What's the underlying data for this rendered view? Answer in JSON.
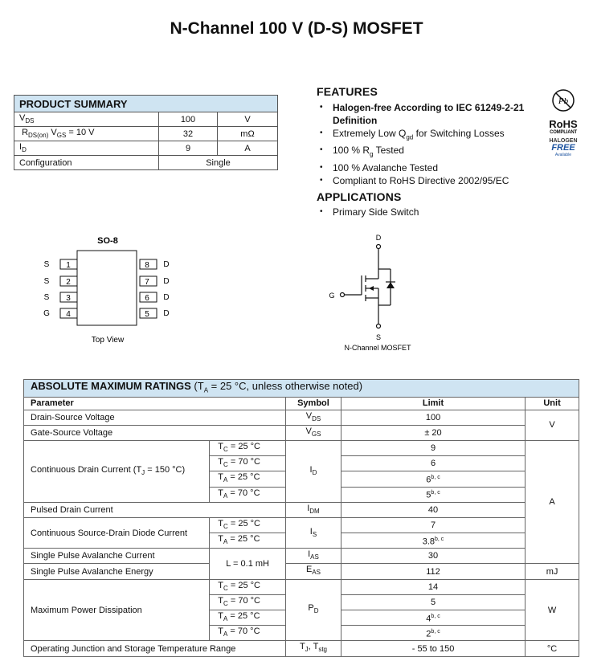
{
  "title": "N-Channel 100 V (D-S) MOSFET",
  "product_summary": {
    "header": "PRODUCT SUMMARY",
    "vds": {
      "label": "V",
      "sub": "DS",
      "value": "100",
      "unit": "V"
    },
    "rds": {
      "label": "R",
      "sub": "DS(on)",
      "cond": "V",
      "cond_sub": "GS",
      "cond_rest": " = 10 V",
      "value": "32",
      "unit": "mΩ"
    },
    "id": {
      "label": "I",
      "sub": "D",
      "value": "9",
      "unit": "A"
    },
    "config": {
      "label": "Configuration",
      "value": "Single"
    }
  },
  "features": {
    "title": "FEATURES",
    "items": [
      "Halogen-free According to IEC 61249-2-21 Definition",
      "Extremely Low Q",
      "100 % R",
      "100 % Avalanche Tested",
      "Compliant to RoHS Directive 2002/95/EC"
    ],
    "qgd_sub": "gd",
    "qgd_rest": " for Switching Losses",
    "rg_sub": "g",
    "rg_rest": " Tested"
  },
  "applications": {
    "title": "APPLICATIONS",
    "items": [
      "Primary Side Switch"
    ]
  },
  "rohs_logo": {
    "pb": "Pb",
    "rohs": "RoHS",
    "compliant": "COMPLIANT",
    "halogen": "HALOGEN",
    "free": "FREE",
    "available": "Available"
  },
  "package": {
    "name": "SO-8",
    "left_labels": [
      "S",
      "S",
      "S",
      "G"
    ],
    "left_pins": [
      "1",
      "2",
      "3",
      "4"
    ],
    "right_pins": [
      "8",
      "7",
      "6",
      "5"
    ],
    "right_labels": [
      "D",
      "D",
      "D",
      "D"
    ],
    "caption": "Top View"
  },
  "schematic": {
    "d": "D",
    "g": "G",
    "s": "S",
    "caption": "N-Channel MOSFET"
  },
  "ratings": {
    "title_bold": "ABSOLUTE MAXIMUM RATINGS",
    "title_rest_pre": " (T",
    "title_rest_sub": "A",
    "title_rest_post": " = 25 °C, unless otherwise noted)",
    "headers": {
      "parameter": "Parameter",
      "symbol": "Symbol",
      "limit": "Limit",
      "unit": "Unit"
    },
    "rows": {
      "vds": {
        "param": "Drain-Source Voltage",
        "sym": "V",
        "sym_sub": "DS",
        "limit": "100"
      },
      "vgs": {
        "param": "Gate-Source Voltage",
        "sym": "V",
        "sym_sub": "GS",
        "limit": "± 20"
      },
      "v_unit": "V",
      "id": {
        "param_pre": "Continuous Drain Current (T",
        "param_sub": "J",
        "param_post": " = 150 °C)",
        "sym": "I",
        "sym_sub": "D",
        "conds": [
          {
            "t": "T",
            "s": "C",
            "v": " = 25 °C"
          },
          {
            "t": "T",
            "s": "C",
            "v": " = 70 °C"
          },
          {
            "t": "T",
            "s": "A",
            "v": " = 25 °C"
          },
          {
            "t": "T",
            "s": "A",
            "v": " = 70 °C"
          }
        ],
        "limits": [
          {
            "v": "9",
            "sup": ""
          },
          {
            "v": "6",
            "sup": ""
          },
          {
            "v": "6",
            "sup": "b, c"
          },
          {
            "v": "5",
            "sup": "b, c"
          }
        ]
      },
      "idm": {
        "param": "Pulsed Drain Current",
        "sym": "I",
        "sym_sub": "DM",
        "limit": "40"
      },
      "is": {
        "param": "Continuous Source-Drain Diode Current",
        "sym": "I",
        "sym_sub": "S",
        "conds": [
          {
            "t": "T",
            "s": "C",
            "v": " = 25 °C"
          },
          {
            "t": "T",
            "s": "A",
            "v": " = 25 °C"
          }
        ],
        "limits": [
          {
            "v": "7",
            "sup": ""
          },
          {
            "v": "3.8",
            "sup": "b, c"
          }
        ]
      },
      "a_unit": "A",
      "ias": {
        "param": "Single Pulse Avalanche Current",
        "sym": "I",
        "sym_sub": "AS",
        "limit": "30"
      },
      "eas": {
        "param": "Single Pulse Avalanche Energy",
        "sym": "E",
        "sym_sub": "AS",
        "limit": "112",
        "unit": "mJ"
      },
      "l_cond": "L = 0.1 mH",
      "pd": {
        "param": "Maximum Power Dissipation",
        "sym": "P",
        "sym_sub": "D",
        "conds": [
          {
            "t": "T",
            "s": "C",
            "v": " = 25 °C"
          },
          {
            "t": "T",
            "s": "C",
            "v": " = 70 °C"
          },
          {
            "t": "T",
            "s": "A",
            "v": " = 25 °C"
          },
          {
            "t": "T",
            "s": "A",
            "v": " = 70 °C"
          }
        ],
        "limits": [
          {
            "v": "14",
            "sup": ""
          },
          {
            "v": "5",
            "sup": ""
          },
          {
            "v": "4",
            "sup": "b, c"
          },
          {
            "v": "2",
            "sup": "b, c"
          }
        ],
        "unit": "W"
      },
      "tj": {
        "param": "Operating Junction and Storage Temperature Range",
        "sym": "T",
        "sym_sub": "J",
        "sym_mid": ", T",
        "sym_sub2": "stg",
        "limit": "- 55 to 150",
        "unit": "°C"
      }
    }
  }
}
